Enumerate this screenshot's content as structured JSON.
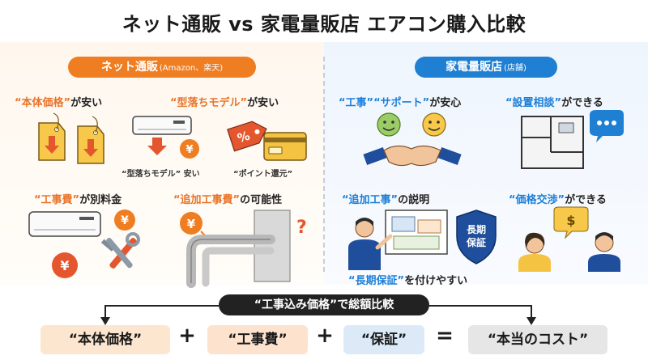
{
  "title": "ネット通販 vs 家電量販店 エアコン購入比較",
  "left": {
    "header": "ネット通販",
    "header_sub": "(Amazon、楽天)",
    "items": [
      {
        "hl": "“本体価格”",
        "rest": "が安い"
      },
      {
        "hl": "“型落ちモデル”",
        "rest": "が安い"
      },
      {
        "hl": "“工事費”",
        "rest": "が別料金"
      },
      {
        "hl": "“追加工事費”",
        "rest": "の可能性"
      }
    ],
    "notes": [
      "“型落ちモデル” 安い",
      "“ポイント還元”"
    ],
    "symbols": {
      "yen": "¥",
      "percent": "%",
      "question": "?"
    }
  },
  "right": {
    "header": "家電量販店",
    "header_sub": "(店舗)",
    "items": [
      {
        "hl": "“工事”“サポート”",
        "rest": "が安心"
      },
      {
        "hl": "“設置相談”",
        "rest": "ができる"
      },
      {
        "hl": "“追加工事”",
        "rest": "の説明"
      },
      {
        "hl": "“価格交渉”",
        "rest": "ができる"
      },
      {
        "hl": "“長期保証”",
        "rest": "を付けやすい"
      }
    ],
    "badge": [
      "長期",
      "保証"
    ],
    "symbols": {
      "dollar": "$"
    }
  },
  "formula": {
    "label": "“工事込み価格”で総額比較",
    "terms": [
      "“本体価格”",
      "“工事費”",
      "“保証”",
      "“本当のコスト”"
    ],
    "ops": [
      "+",
      "+",
      "="
    ]
  },
  "colors": {
    "accent_orange": "#ef7d22",
    "accent_blue": "#1f7fd3",
    "dark": "#222222"
  }
}
